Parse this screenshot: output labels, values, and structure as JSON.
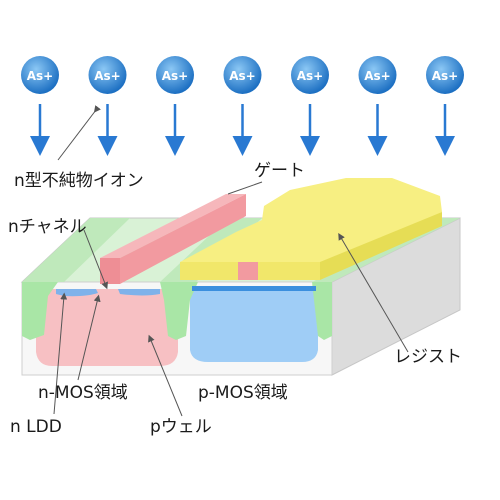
{
  "ions": {
    "label": "As+",
    "count": 7,
    "color_top": "#6fb8f0",
    "color_bottom": "#1c6fc2"
  },
  "labels": {
    "ion": "n型不純物イオン",
    "gate": "ゲート",
    "channel": "nチャネル",
    "resist": "レジスト",
    "nmos": "n-MOS領域",
    "pmos": "p-MOS領域",
    "nldd": "n LDD",
    "pwell": "pウェル"
  },
  "colors": {
    "substrate_top": "#f2f2f2",
    "substrate_front": "#ffffff",
    "substrate_side": "#dadada",
    "isolation": "#a9e6a6",
    "p_well": "#f7c0c3",
    "n_well": "#9fcdf6",
    "gate": "#f29aa0",
    "resist": "#f7ef82",
    "arrow": "#2979d2"
  }
}
